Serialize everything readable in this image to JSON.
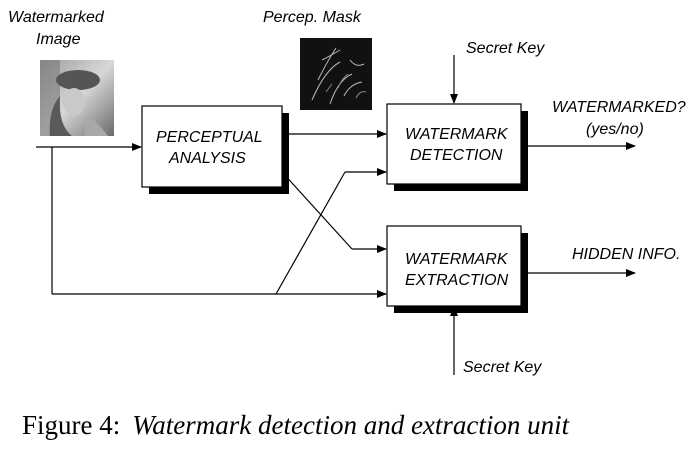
{
  "inputs": {
    "watermarked_image_line1": "Watermarked",
    "watermarked_image_line2": "Image",
    "percep_mask": "Percep. Mask",
    "secret_key_top": "Secret Key",
    "secret_key_bottom": "Secret Key"
  },
  "blocks": {
    "perceptual_analysis_line1": "PERCEPTUAL",
    "perceptual_analysis_line2": "ANALYSIS",
    "detection_line1": "WATERMARK",
    "detection_line2": "DETECTION",
    "extraction_line1": "WATERMARK",
    "extraction_line2": "EXTRACTION"
  },
  "outputs": {
    "watermarked_line1": "WATERMARKED?",
    "watermarked_line2": "(yes/no)",
    "hidden_info": "HIDDEN INFO."
  },
  "caption": {
    "number": "Figure 4:",
    "text": "Watermark detection and extraction unit"
  }
}
